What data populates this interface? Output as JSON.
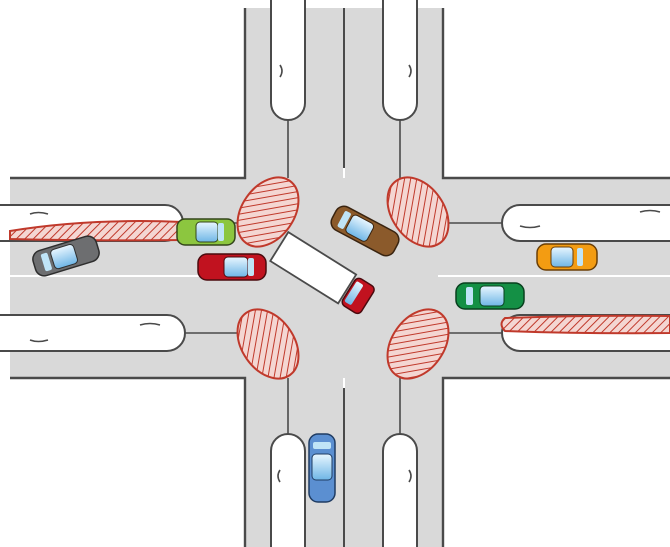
{
  "diagram": {
    "type": "road-intersection-illustration",
    "roads": [
      "north-arm",
      "south-arm",
      "east-arm",
      "west-arm"
    ],
    "hatched_zones": [
      "north-west",
      "north-east",
      "south-west",
      "south-east",
      "west-median",
      "east-median"
    ],
    "colors": {
      "background": "#ffffff",
      "road": "#d9d9d9",
      "outline": "#4a4a4a",
      "island": "#ffffff",
      "hatch": "#c0392b",
      "hatch_fill": "#f4d6d2",
      "lane_marking": "#ffffff"
    }
  },
  "vehicles": [
    {
      "id": "lime-car",
      "icon": "car-icon",
      "color": "#8cc63f",
      "heading": "east"
    },
    {
      "id": "gray-car",
      "icon": "car-icon",
      "color": "#6d6e70",
      "heading": "west"
    },
    {
      "id": "red-car",
      "icon": "car-icon",
      "color": "#c1121f",
      "heading": "east"
    },
    {
      "id": "brown-car",
      "icon": "car-icon",
      "color": "#8b5a2b",
      "heading": "south-east"
    },
    {
      "id": "truck",
      "icon": "truck-icon",
      "color": "#c1121f",
      "trailer_color": "#ffffff",
      "heading": "south-east"
    },
    {
      "id": "orange-car",
      "icon": "car-icon",
      "color": "#f39c12",
      "heading": "east"
    },
    {
      "id": "green-car",
      "icon": "car-icon",
      "color": "#149045",
      "heading": "west"
    },
    {
      "id": "blue-car",
      "icon": "car-icon",
      "color": "#5b8fd1",
      "heading": "north"
    }
  ]
}
